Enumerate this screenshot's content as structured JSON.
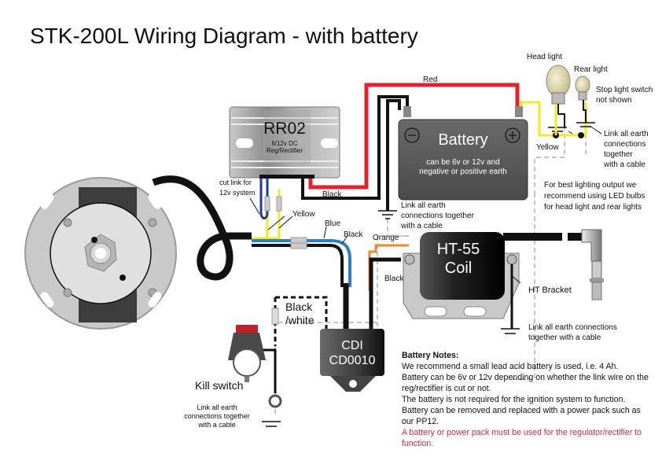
{
  "title": "STK-200L Wiring Diagram - with battery",
  "components": {
    "regulator": {
      "model": "RR02",
      "spec": "6/12v DC",
      "type": "Reg/Rectifier"
    },
    "battery": {
      "label": "Battery",
      "note_line1": "can be 6v or 12v and",
      "note_line2": "negative or positive earth",
      "negative_symbol": "−",
      "positive_symbol": "+"
    },
    "coil": {
      "line1": "HT-55",
      "line2": "Coil"
    },
    "cdi": {
      "line1": "CDI",
      "line2": "CD0010"
    },
    "head_light": "Head light",
    "rear_light": "Rear light",
    "kill_switch": "Kill switch",
    "ht_bracket": "HT Bracket"
  },
  "wires": {
    "red": "Red",
    "black_top": "Black",
    "yellow_lights": "Yellow",
    "yellow_stator": "Yellow",
    "blue": "Blue",
    "black_stator": "Black",
    "orange": "Orange",
    "black_coil": "Black",
    "black_white_1": "Black",
    "black_white_2": "/white"
  },
  "annotations": {
    "stop_light_1": "Stop light switch",
    "stop_light_2": "not shown",
    "earth_lights_1": "Link all earth",
    "earth_lights_2": "connections",
    "earth_lights_3": "together",
    "earth_lights_4": "with a cable",
    "cut_link_1": "cut link for",
    "cut_link_2": "12v system",
    "earth_battery_1": "Link all earth",
    "earth_battery_2": "connections together",
    "earth_battery_3": "with a cable",
    "led_1": "For best lighting output we",
    "led_2": "recommend using LED bulbs",
    "led_3": "for head light and rear lights",
    "earth_coil_1": "Link all earth connections",
    "earth_coil_2": "together with a cable",
    "earth_kill_1": "Link all earth",
    "earth_kill_2": "connections together",
    "earth_kill_3": "with a cable"
  },
  "battery_notes": {
    "heading": "Battery Notes:",
    "lines": [
      "We recommend a small lead acid battery is used, i.e. 4 Ah.",
      "Battery can be 6v or 12v depending on whether the link wire on the",
      "reg/rectifier is cut or not.",
      "The battery is not required for the ignition system to function.",
      "Battery can be removed and replaced with a power pack such as",
      "our PP12."
    ],
    "warning_lines": [
      "A battery or power pack must be used for the regulator/rectifier to",
      "function."
    ]
  },
  "colors": {
    "red_wire": "#e8202a",
    "yellow_wire": "#f7ea1c",
    "blue_wire": "#2a7fc8",
    "dark_blue_wire": "#1c3c9c",
    "orange_wire": "#f08a1e",
    "warning_text": "#d42a3a"
  }
}
